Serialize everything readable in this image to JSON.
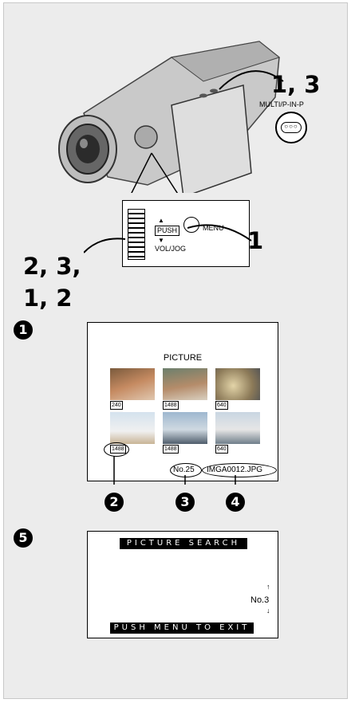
{
  "camera": {
    "step_top": "1, 3",
    "button_label": "MULTI/P-IN-P",
    "push_label": "PUSH",
    "menu_label": "MENU",
    "joystick_label": "VOL/JOG",
    "step_menu": "1",
    "step_left_line1": "2, 3,",
    "step_left_line2": "1, 2"
  },
  "screen1": {
    "marker": "1",
    "title": "PICTURE",
    "thumbnails": [
      {
        "size": "240"
      },
      {
        "size": "1488"
      },
      {
        "size": "640"
      },
      {
        "size": "1488"
      },
      {
        "size": "1488"
      },
      {
        "size": "640"
      }
    ],
    "file_number": "No.25",
    "file_name": "IMGA0012.JPG",
    "callouts": [
      "2",
      "3",
      "4"
    ]
  },
  "screen2": {
    "marker": "5",
    "title": "PICTURE SEARCH",
    "number": "No.3",
    "footer": "PUSH MENU TO EXIT"
  }
}
